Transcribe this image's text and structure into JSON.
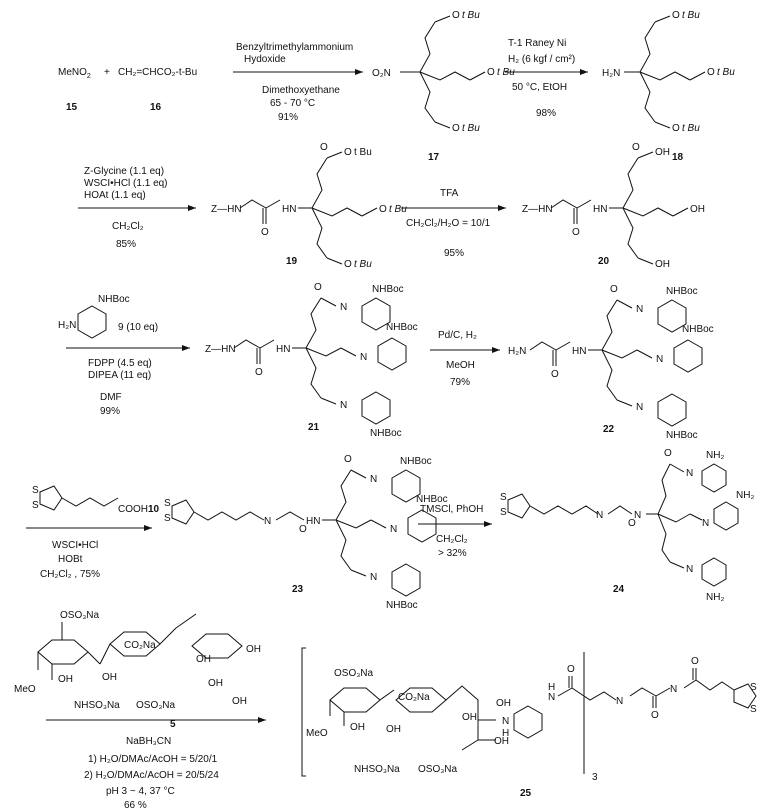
{
  "row1": {
    "reagent_15": "MeNO",
    "reagent_15_sub": "2",
    "plus": "+",
    "reagent_16": "CH₂=CHCO₂-t-Bu",
    "id_15": "15",
    "id_16": "16",
    "cond1": [
      "Benzyltrimethylammonium",
      "Hydoxide",
      "Dimethoxyethane",
      "65 - 70 °C",
      "91%"
    ],
    "ester": "O",
    "ester_tail": "t Bu",
    "o2n": "O₂N",
    "id_17": "17",
    "cond2": [
      "T-1 Raney Ni",
      "H₂ (6 kgf / cm²)",
      "50 °C, EtOH",
      "98%"
    ],
    "h2n": "H₂N",
    "id_18": "18"
  },
  "row2": {
    "cond": [
      "Z-Glycine (1.1 eq)",
      "WSCI•HCl (1.1 eq)",
      "HOAt (1.1 eq)",
      "CH₂Cl₂",
      "85%"
    ],
    "zhn": "Z—HN",
    "hn": "HN",
    "id_19": "19",
    "cond2": [
      "TFA",
      "CH₂Cl₂/H₂O = 10/1",
      "95%"
    ],
    "oh": "OH",
    "id_20": "20"
  },
  "row3": {
    "reagent9": "9 (10 eq)",
    "nhboc": "NHBoc",
    "h2n": "H₂N",
    "cond": [
      "FDPP (4.5 eq)",
      "DIPEA (11 eq)",
      "DMF",
      "99%"
    ],
    "nh": "N",
    "h": "H",
    "id_21": "21",
    "cond2": [
      "Pd/C, H₂",
      "MeOH",
      "79%"
    ],
    "id_22": "22"
  },
  "row4": {
    "cooh": "COOH",
    "id_10": "10",
    "s": "S",
    "cond": [
      "WSCI•HCl",
      "HOBt",
      "CH₂Cl₂ ,  75%"
    ],
    "id_23": "23",
    "cond2": [
      "TMSCl, PhOH",
      "CH₂Cl₂",
      "> 32%"
    ],
    "nh2": "NH₂",
    "id_24": "24"
  },
  "row5": {
    "so3na": "OSO₃Na",
    "co2na": "CO₂Na",
    "meo": "MeO",
    "oh": "OH",
    "nhso3na": "NHSO₃Na",
    "oso3na": "OSO₃Na",
    "id_5": "5",
    "cond": [
      "NaBH₃CN",
      "1) H₂O/DMAc/AcOH = 5/20/1",
      "2) H₂O/DMAc/AcOH = 20/5/24",
      "pH 3 ~ 4, 37 °C",
      "66 %"
    ],
    "n": "N",
    "h": "H",
    "three": "3",
    "id_25": "25"
  }
}
